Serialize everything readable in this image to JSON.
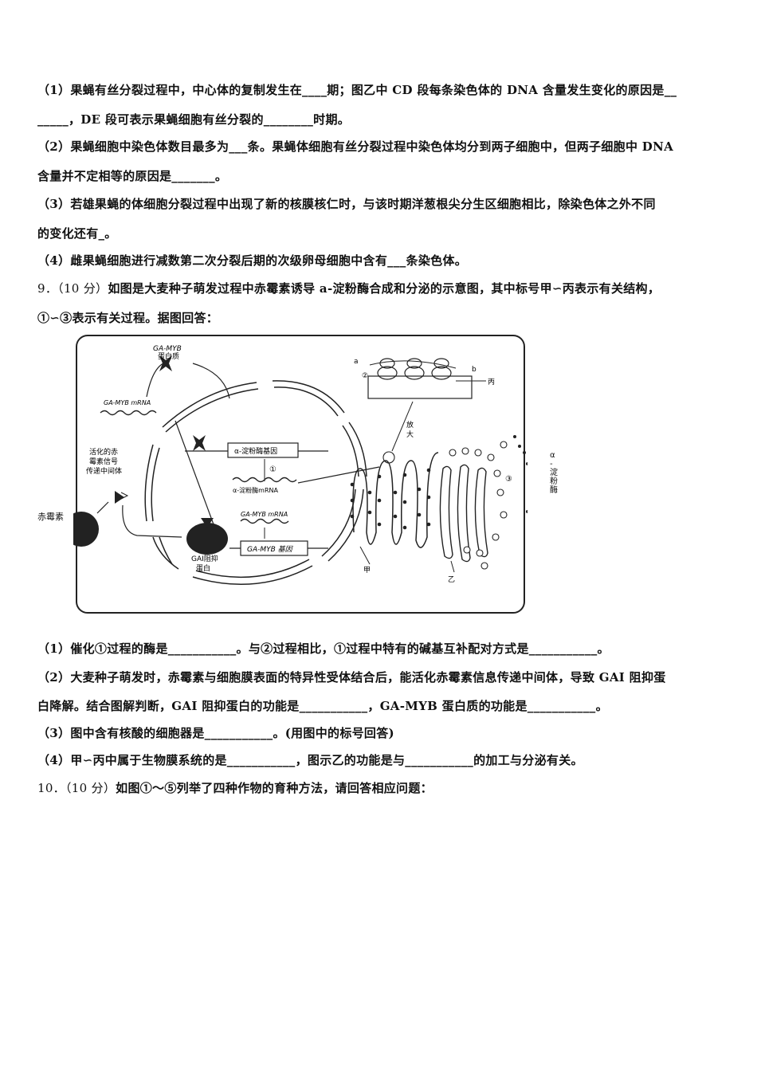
{
  "q8": {
    "p1_a": "（1）果蝇有丝分裂过程中，中心体的复制发生在____期；图乙中 CD 段每条染色体的 DNA 含量发生变化的原因是__",
    "p1_b": "_____，DE 段可表示果蝇细胞有丝分裂的________时期。",
    "p2_a": "（2）果蝇细胞中染色体数目最多为___条。果蝇体细胞有丝分裂过程中染色体均分到两子细胞中，但两子细胞中 DNA",
    "p2_b": "含量并不定相等的原因是_______。",
    "p3_a": "（3）若雄果蝇的体细胞分裂过程中出现了新的核膜核仁时，与该时期洋葱根尖分生区细胞相比，除染色体之外不同",
    "p3_b": "的变化还有_。",
    "p4": "（4）雌果蝇细胞进行减数第二次分裂后期的次级卵母细胞中含有___条染色体。"
  },
  "q9": {
    "num": "9．（10 分）",
    "stem_a": "如图是大麦种子萌发过程中赤霉素诱导 a-淀粉酶合成和分泌的示意图，其中标号甲∽丙表示有关结构，",
    "stem_b": "①∽③表示有关过程。据图回答：",
    "figure": {
      "ga_myb_protein_1": "GA-MYB",
      "ga_myb_protein_2": "蛋白质",
      "ga_myb_mrna": "GA-MYB mRNA",
      "active_signal_1": "活化的赤",
      "active_signal_2": "霉素信号",
      "active_signal_3": "传递中间体",
      "gibberellin": "赤霉素",
      "amylase_gene": "α-淀粉酶基因",
      "step1": "①",
      "amylase_mrna": "α-淀粉酶mRNA",
      "ga_myb_mrna_2": "GA-MYB mRNA",
      "gai_1": "GAI阻抑",
      "gai_2": "蛋白",
      "ga_myb_gene": "GA-MYB 基因",
      "label_a": "a",
      "label_b": "b",
      "step2": "②",
      "label_bing": "丙",
      "enlarge_1": "放",
      "enlarge_2": "大",
      "step3": "③",
      "amylase_1": "α",
      "amylase_2": "-",
      "amylase_3": "淀",
      "amylase_4": "粉",
      "amylase_5": "酶",
      "label_jia": "甲",
      "label_yi": "乙"
    },
    "p1": "（1）催化①过程的酶是___________。与②过程相比，①过程中特有的碱基互补配对方式是___________。",
    "p2_a": "（2）大麦种子萌发时，赤霉素与细胞膜表面的特异性受体结合后，能活化赤霉素信息传递中间体，导致 GAI 阻抑蛋",
    "p2_b": "白降解。结合图解判断，GAI 阻抑蛋白的功能是___________，GA-MYB 蛋白质的功能是___________。",
    "p3": "（3）图中含有核酸的细胞器是___________。(用图中的标号回答)",
    "p4": "（4）甲∽丙中属于生物膜系统的是___________，图示乙的功能是与___________的加工与分泌有关。"
  },
  "q10": {
    "num": "10．（10 分）",
    "stem": "如图①～⑤列举了四种作物的育种方法，请回答相应问题："
  }
}
